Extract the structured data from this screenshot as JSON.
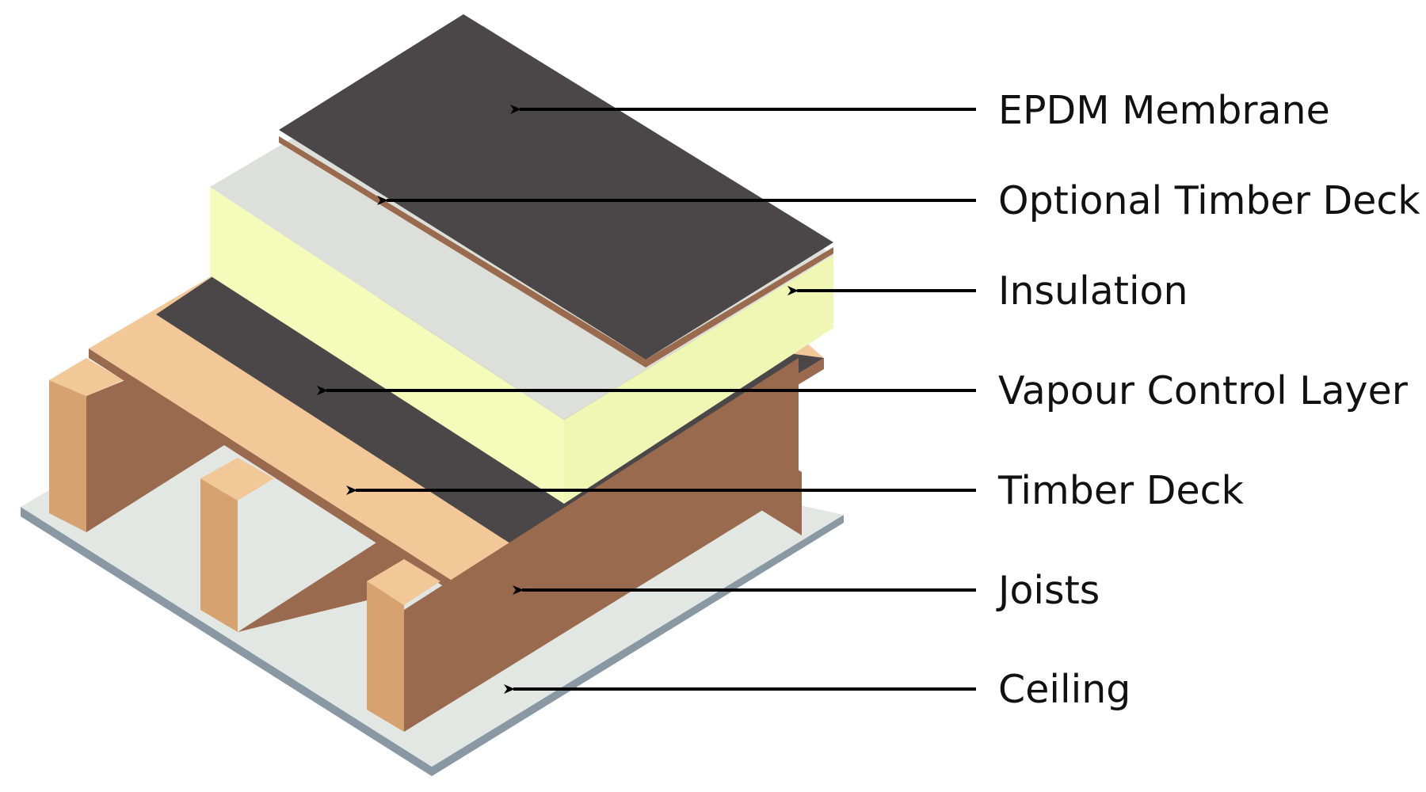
{
  "labels": {
    "epdm": "EPDM Membrane",
    "optional_deck": "Optional Timber Deck",
    "insulation": "Insulation",
    "vcl": "Vapour Control Layer",
    "timber_deck": "Timber Deck",
    "joists": "Joists",
    "ceiling": "Ceiling"
  },
  "colors": {
    "membrane": "#4b4748",
    "timber_light": "#f3c898",
    "timber_side": "#996a4d",
    "joist_end": "#d5a270",
    "insulation_top": "#dcdfda",
    "insulation_side": "#f5fbba",
    "insulation_front": "#f0f6b4",
    "ceiling_top": "#e2e7e3",
    "ceiling_edge": "#8a98a3"
  }
}
